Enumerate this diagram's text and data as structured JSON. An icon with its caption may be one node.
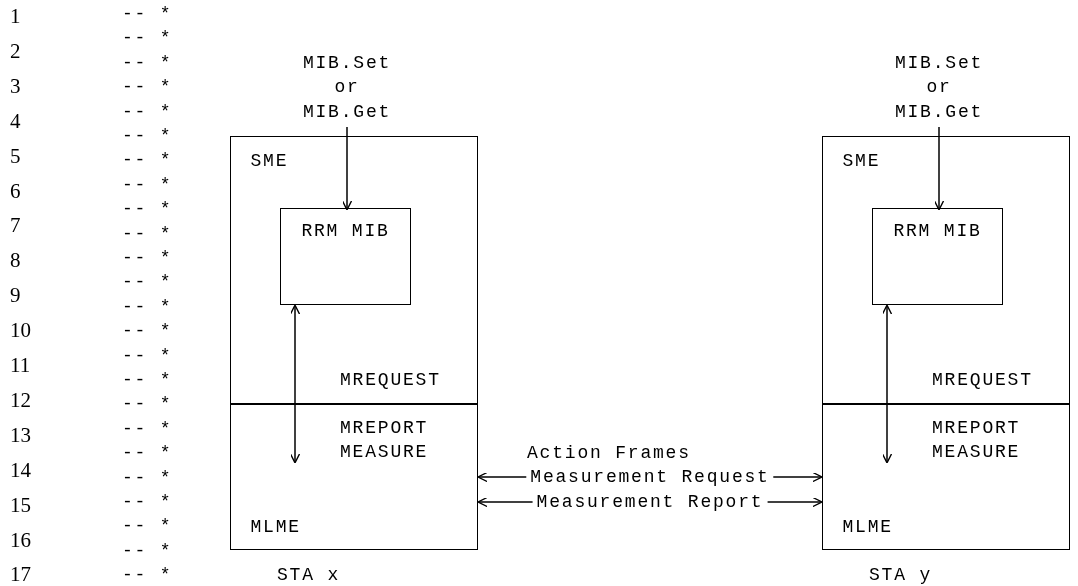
{
  "diagram": {
    "nodes": [
      {
        "text": [
          "MIB.Set or MIB.Get"
        ]
      },
      {
        "text": [
          "MIB.Set or MIB.Get"
        ]
      },
      {
        "text": [],
        "shape": "box",
        "beside": [
          "STA x"
        ]
      },
      {
        "text": [
          "SME"
        ],
        "in": 2
      },
      {
        "text": [
          "RRM MIB"
        ],
        "in": 3
      },
      {
        "text": [
          "MLME"
        ],
        "in": 2
      },
      {
        "text": [],
        "shape": "box",
        "beside": [
          "STA y"
        ]
      },
      {
        "text": [
          "SME"
        ],
        "in": 6
      },
      {
        "text": [
          "RRM MIB"
        ],
        "in": 7
      },
      {
        "text": [
          "MLME"
        ],
        "in": 6
      }
    ],
    "edges": [
      {
        "from": 0,
        "to": 4,
        "arrow": "to"
      },
      {
        "from": 5,
        "to": 4,
        "arrow": "both"
      },
      {
        "from": 1,
        "to": 8,
        "arrow": "to"
      },
      {
        "from": 9,
        "to": 8,
        "arrow": "both"
      },
      {
        "from": 5,
        "to": 9,
        "arrow": "both",
        "label": "Measurement Request"
      },
      {
        "from": 5,
        "to": 9,
        "arrow": "both",
        "label": "Measurement Report"
      }
    ],
    "labels": [
      "1",
      "2",
      "3",
      "4",
      "5",
      "6",
      "7",
      "8",
      "9",
      "10",
      "11",
      "12",
      "13",
      "14",
      "15",
      "16",
      "17",
      "-- *",
      "-- *",
      "-- *",
      "-- *",
      "-- *",
      "-- *",
      "-- *",
      "-- *",
      "-- *",
      "-- *",
      "-- *",
      "-- *",
      "-- *",
      "-- *",
      "-- *",
      "-- *",
      "-- *",
      "-- *",
      "-- *",
      "-- *",
      "-- *",
      "-- *",
      "-- *",
      "-- *",
      "MREQUEST",
      "MREPORT MEASURE",
      "Action Frames",
      "MREQUEST",
      "MREPORT MEASURE"
    ]
  }
}
